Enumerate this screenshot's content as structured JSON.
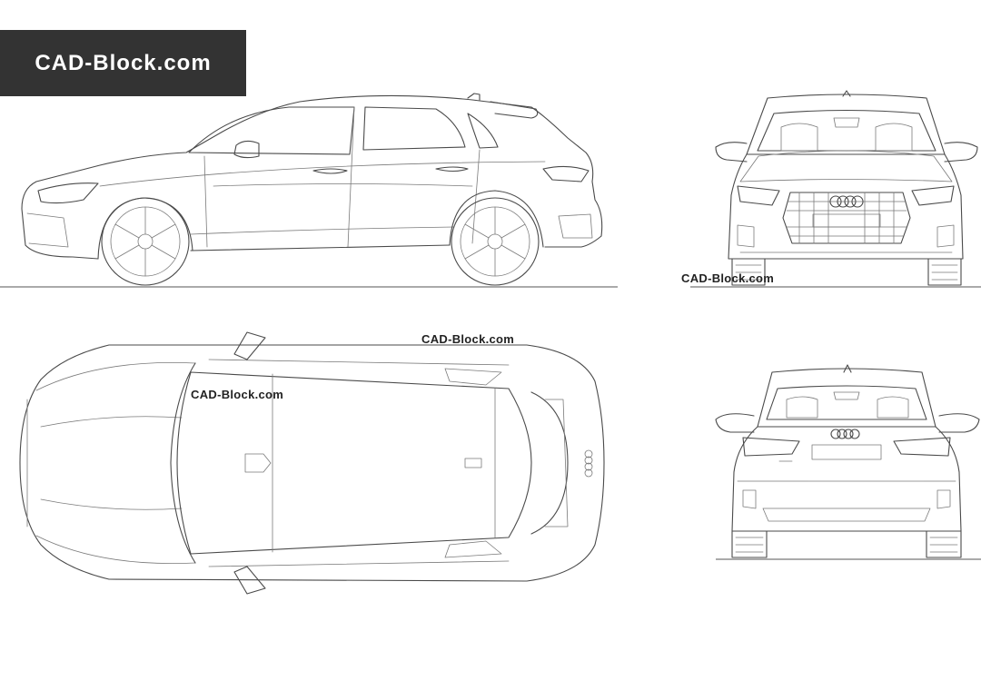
{
  "brand": {
    "logo_text": "CAD-Block.com"
  },
  "watermarks": {
    "front_view": "CAD-Block.com",
    "top_view_right": "CAD-Block.com",
    "top_view_left": "CAD-Block.com"
  },
  "colors": {
    "logo_background": "#333333",
    "logo_text": "#ffffff",
    "line": "#4a4a4a",
    "background": "#ffffff"
  },
  "icons": {
    "car_side": "car-side-view-icon",
    "car_front": "car-front-view-icon",
    "car_top": "car-top-view-icon",
    "car_rear": "car-rear-view-icon"
  }
}
